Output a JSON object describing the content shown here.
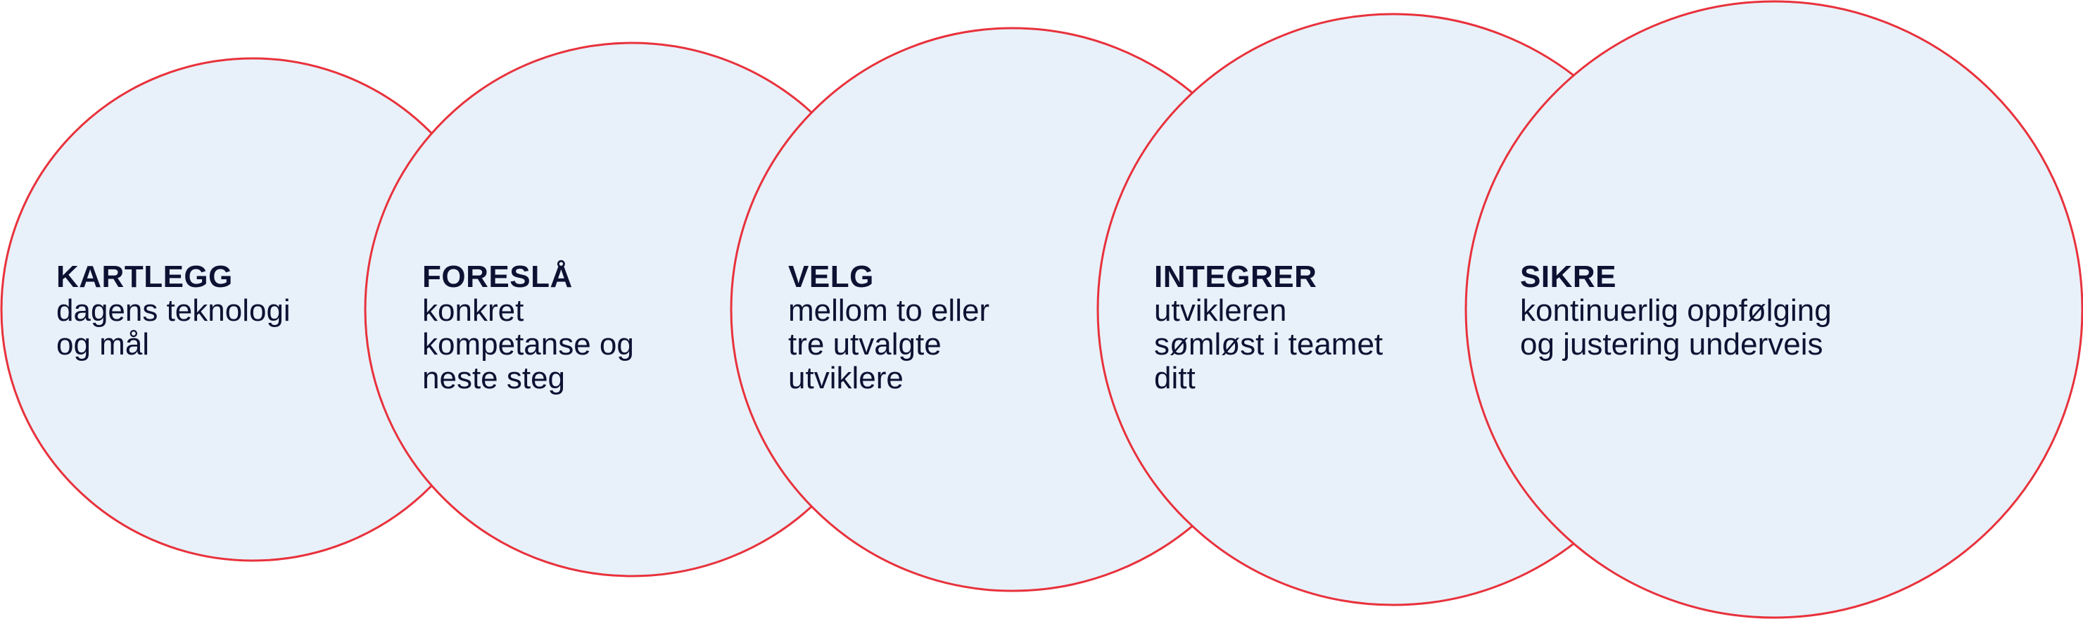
{
  "diagram": {
    "circle_fill": "#e8f1fa",
    "circle_stroke": "#e8323c",
    "text_color": "#0d1233",
    "steps": [
      {
        "title": "KARTLEGG",
        "description": "dagens teknologi\nog mål"
      },
      {
        "title": "FORESLÅ",
        "description": "konkret\nkompetanse og\nneste steg"
      },
      {
        "title": "VELG",
        "description": "mellom to eller\ntre utvalgte\nutviklere"
      },
      {
        "title": "INTEGRER",
        "description": "utvikleren\nsømløst i teamet\nditt"
      },
      {
        "title": "SIKRE",
        "description": "kontinuerlig oppfølging\nog justering underveis"
      }
    ]
  }
}
